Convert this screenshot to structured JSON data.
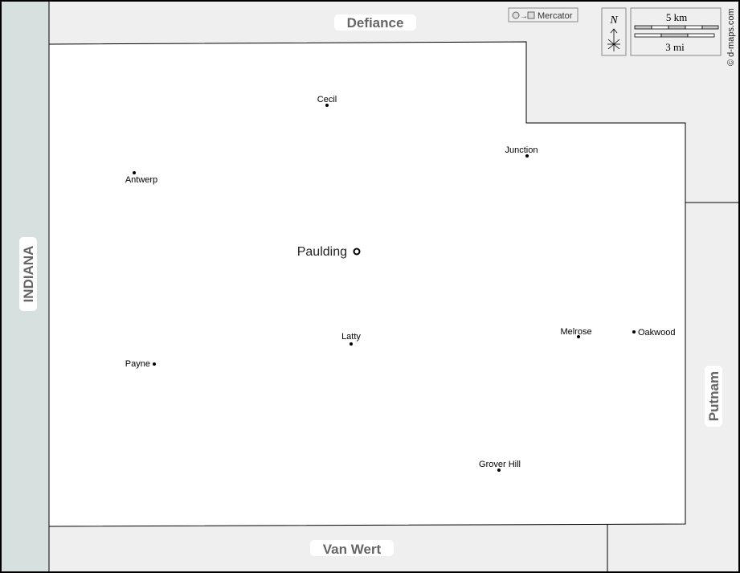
{
  "neighbors": {
    "north": "Defiance",
    "south": "Van Wert",
    "east": "Putnam",
    "west": "INDIANA"
  },
  "seat": {
    "name": "Paulding"
  },
  "places": [
    {
      "name": "Cecil",
      "anchor": "above"
    },
    {
      "name": "Junction",
      "anchor": "above"
    },
    {
      "name": "Antwerp",
      "anchor": "below"
    },
    {
      "name": "Latty",
      "anchor": "above"
    },
    {
      "name": "Melrose",
      "anchor": "above"
    },
    {
      "name": "Oakwood",
      "anchor": "right"
    },
    {
      "name": "Payne",
      "anchor": "left"
    },
    {
      "name": "Grover Hill",
      "anchor": "above"
    }
  ],
  "projection": "Mercator",
  "north_label": "N",
  "scale": {
    "km": "5 km",
    "mi": "3 mi"
  },
  "credit": "© d-maps.com",
  "colors": {
    "land": "#ffffff",
    "outside": "#efefef",
    "state": "#d5e0df",
    "border": "#000000"
  }
}
